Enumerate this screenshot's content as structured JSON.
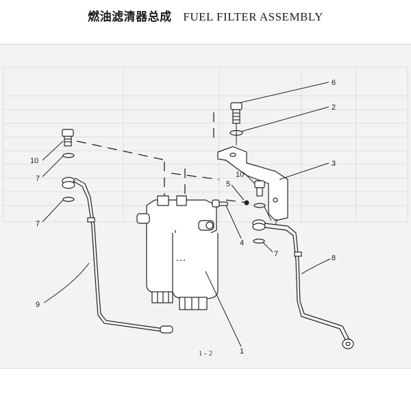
{
  "header": {
    "title_cn": "燃油滤清器总成",
    "title_en": "FUEL FILTER ASSEMBLY"
  },
  "callouts": [
    "1",
    "2",
    "3",
    "4",
    "5",
    "6",
    "7",
    "7",
    "7",
    "7",
    "8",
    "9",
    "10",
    "10"
  ],
  "footer": {
    "page": "1 - 2"
  }
}
